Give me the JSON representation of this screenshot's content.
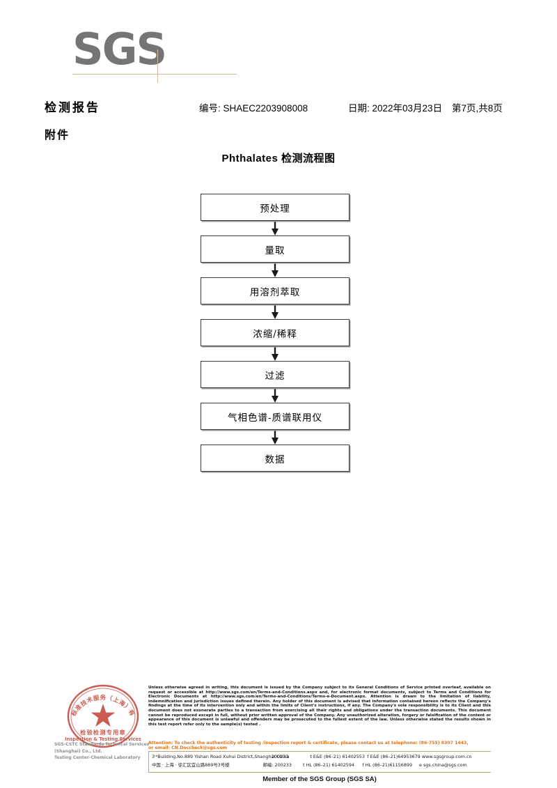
{
  "brand": {
    "logo_text": "SGS",
    "logo_color": "#757575",
    "rule_color": "#d8b894"
  },
  "header": {
    "title": "检测报告",
    "report_no": "编号: SHAEC2203908008",
    "date": "日期: 2022年03月23日",
    "page": "第7页,共8页",
    "attachment": "附件"
  },
  "flowchart": {
    "title": "Phthalates 检测流程图",
    "steps": [
      {
        "label": "预处理"
      },
      {
        "label": "量取"
      },
      {
        "label": "用溶剂萃取"
      },
      {
        "label": "浓缩/稀释"
      },
      {
        "label": "过滤"
      },
      {
        "label": "气相色谱-质谱联用仪"
      },
      {
        "label": "数据"
      }
    ]
  },
  "footer": {
    "legal_paragraphs": [
      "Unless otherwise agreed in writing, this document is issued by the Company subject to its General Conditions of Service printed overleaf, available on request or accessible at http://www.sgs.com/en/Terms-and-Conditions.aspx and, for electronic format documents, subject to Terms and Conditions for Electronic Documents at http://www.sgs.com/en/Terms-and-Conditions/Terms-e-Document.aspx. Attention is drawn to the limitation of liability, indemnification and jurisdiction issues defined therein. Any holder of this document is advised that information contained hereon reflects the Company's findings at the time of its intervention only and within the limits of Client's instructions, if any. The Company's sole responsibility is to its Client and this document does not exonerate parties to a transaction from exercising all their rights and obligations under the transaction documents. This document cannot be reproduced except in full, without prior written approval of the Company. Any unauthorized alteration, forgery or falsification of the content or appearance of this document is unlawful and offenders may be prosecuted to the fullest extent of the law. Unless otherwise stated the results shown in this test report refer only to the sample(s) tested ."
    ],
    "attention_lines": [
      "Attention: To check the authenticity of testing /inspection report & certificate, please contact us at telephone: (86-755) 8307 1443,",
      "or email: CN.Doccheck@sgs.com"
    ],
    "attention_color": "#e2741b",
    "address_rows": [
      {
        "address": "3ʳᵈBuilding,No.889 Yishan Road Xuhui District,Shanghai China",
        "zip": "200233",
        "tel1": "t E&E (86–21) 61402553",
        "tel2": "f E&E (86–21)64953679",
        "contact": "www.sgsgroup.com.cn"
      },
      {
        "address": "中国 · 上海 · 徐汇区宜山路889号3号楼",
        "zip": "邮编: 200233",
        "tel1": "t HL (86–21) 61402594",
        "tel2": "f HL (86–21)61156899",
        "contact": "e sgs.china@sgs.com"
      }
    ],
    "member_line": "Member of the SGS Group (SGS SA)"
  },
  "seal": {
    "color": "#c0392b",
    "top_arc_text": "上海市标准技术服务（上海）有限公司",
    "line1": "检验检测专用章",
    "line2": "Inspection & Testing Services",
    "gray_text_line1": "SGS-CSTC Standards Technical Services (Shanghai) Co., Ltd.",
    "gray_text_line2": "Testing Center-Chemical Laboratory"
  }
}
